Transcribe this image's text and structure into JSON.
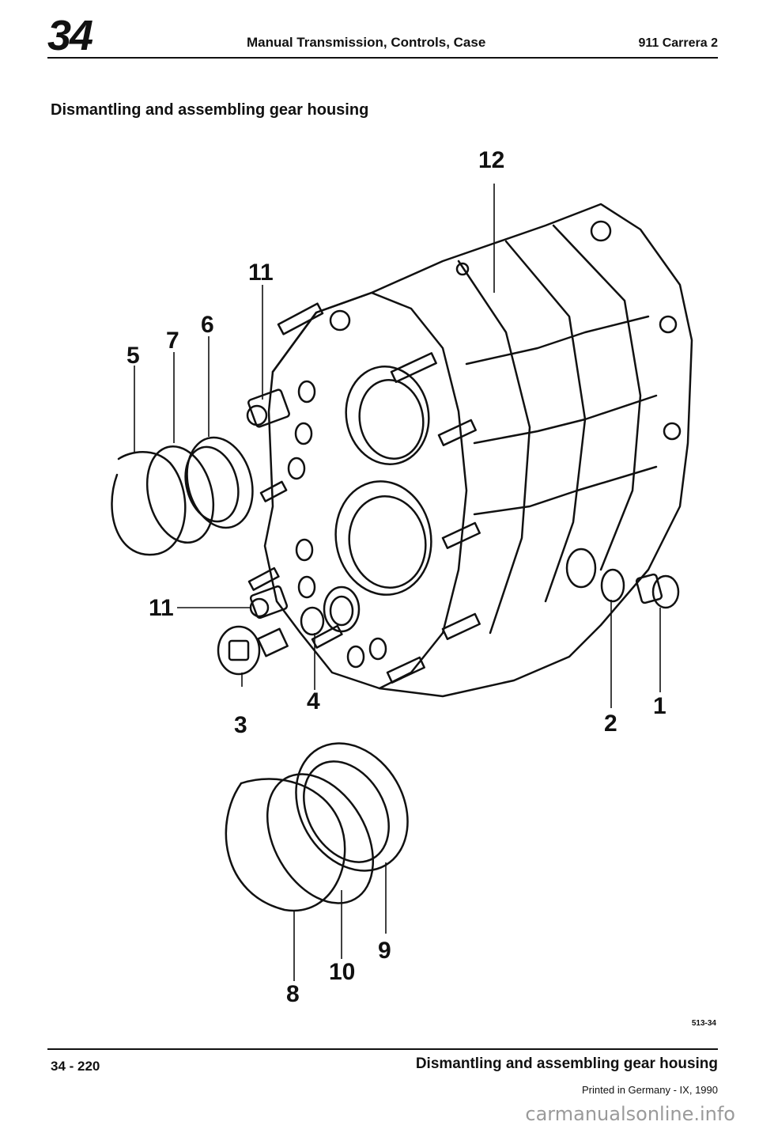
{
  "header": {
    "chapter": "34",
    "title": "Manual Transmission, Controls, Case",
    "model": "911 Carrera 2"
  },
  "section_title": "Dismantling and assembling gear housing",
  "callouts": {
    "c1": "1",
    "c2": "2",
    "c3": "3",
    "c4": "4",
    "c5": "5",
    "c6": "6",
    "c7": "7",
    "c8": "8",
    "c9": "9",
    "c10": "10",
    "c11a": "11",
    "c11b": "11",
    "c12": "12"
  },
  "figure_ref": "513-34",
  "footer": {
    "page": "34 - 220",
    "title": "Dismantling and assembling gear housing",
    "printed": "Printed in Germany - IX, 1990"
  },
  "watermark": "carmanualsonline.info"
}
